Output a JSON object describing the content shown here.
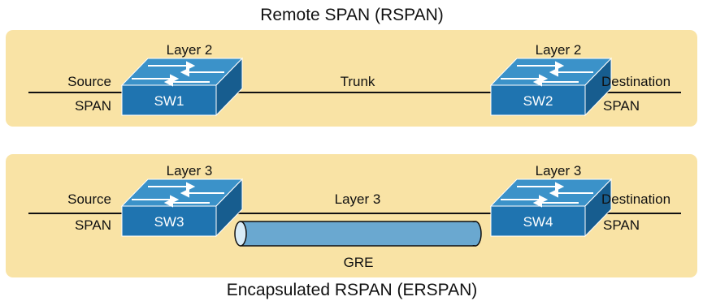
{
  "colors": {
    "panel_fill": "#f9e3a5",
    "switch_front": "#1f74b0",
    "switch_top": "#3b92c9",
    "switch_side": "#175d8f",
    "tunnel": "#6aa8d0",
    "line": "#111111"
  },
  "rspan": {
    "title": "Remote SPAN (RSPAN)",
    "source_label": "Source",
    "source_span_label": "SPAN",
    "left_layer_label": "Layer 2",
    "left_switch": "SW1",
    "link_label": "Trunk",
    "right_layer_label": "Layer 2",
    "right_switch": "SW2",
    "destination_label": "Destination",
    "destination_span_label": "SPAN"
  },
  "erspan": {
    "title": "Encapsulated RSPAN (ERSPAN)",
    "source_label": "Source",
    "source_span_label": "SPAN",
    "left_layer_label": "Layer 3",
    "left_switch": "SW3",
    "link_label": "Layer 3",
    "tunnel_label": "GRE",
    "right_layer_label": "Layer 3",
    "right_switch": "SW4",
    "destination_label": "Destination",
    "destination_span_label": "SPAN"
  }
}
